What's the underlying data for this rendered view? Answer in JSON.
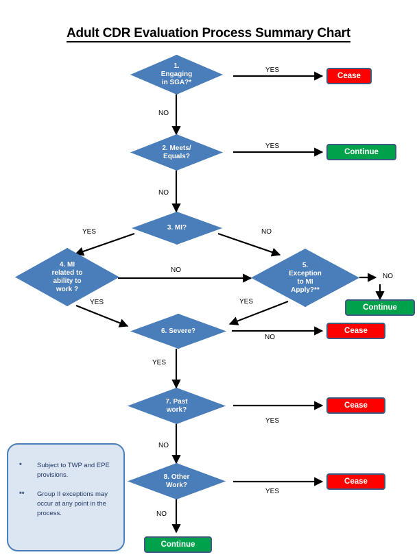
{
  "title": "Adult CDR Evaluation Process Summary Chart",
  "colors": {
    "decision_fill": "#4A7EBB",
    "decision_stroke": "#3A659B",
    "cease_fill": "#FF0000",
    "continue_fill": "#00A14B",
    "terminal_stroke": "#3C5A80",
    "legend_fill": "#DCE6F2",
    "legend_stroke": "#4A7EBB",
    "text_dark": "#1F3864",
    "background": "#FFFFFF"
  },
  "nodes": [
    {
      "id": "n1",
      "type": "decision",
      "label": "1.\nEngaging\nin SGA?*"
    },
    {
      "id": "n2",
      "type": "decision",
      "label": "2. Meets/\nEquals?"
    },
    {
      "id": "n3",
      "type": "decision",
      "label": "3. MI?"
    },
    {
      "id": "n4",
      "type": "decision",
      "label": "4. MI\nrelated to\nability to\nwork ?"
    },
    {
      "id": "n5",
      "type": "decision",
      "label": "5.\nException\nto MI\nApply?**"
    },
    {
      "id": "n6",
      "type": "decision",
      "label": "6. Severe?"
    },
    {
      "id": "n7",
      "type": "decision",
      "label": "7. Past\nwork?"
    },
    {
      "id": "n8",
      "type": "decision",
      "label": "8. Other\nWork?"
    }
  ],
  "terminals": [
    {
      "id": "t1",
      "kind": "cease",
      "label": "Cease"
    },
    {
      "id": "t2",
      "kind": "continue",
      "label": "Continue"
    },
    {
      "id": "t3",
      "kind": "continue",
      "label": "Continue"
    },
    {
      "id": "t4",
      "kind": "cease",
      "label": "Cease"
    },
    {
      "id": "t5",
      "kind": "cease",
      "label": "Cease"
    },
    {
      "id": "t6",
      "kind": "cease",
      "label": "Cease"
    },
    {
      "id": "t7",
      "kind": "continue",
      "label": "Continue"
    }
  ],
  "edges": [
    {
      "id": "e1",
      "from": "n1",
      "to": "t1",
      "label": "YES"
    },
    {
      "id": "e2",
      "from": "n1",
      "to": "n2",
      "label": "NO"
    },
    {
      "id": "e3",
      "from": "n2",
      "to": "t2",
      "label": "YES"
    },
    {
      "id": "e4",
      "from": "n2",
      "to": "n3",
      "label": "NO"
    },
    {
      "id": "e5",
      "from": "n3",
      "to": "n4",
      "label": "YES"
    },
    {
      "id": "e6",
      "from": "n3",
      "to": "n5",
      "label": "NO"
    },
    {
      "id": "e7",
      "from": "n4",
      "to": "n5",
      "label": "NO"
    },
    {
      "id": "e8",
      "from": "n4",
      "to": "n6",
      "label": "YES"
    },
    {
      "id": "e9",
      "from": "n5",
      "to": "t3",
      "label": "NO"
    },
    {
      "id": "e10",
      "from": "n5",
      "to": "n6",
      "label": "YES"
    },
    {
      "id": "e11",
      "from": "n6",
      "to": "t4",
      "label": "NO"
    },
    {
      "id": "e12",
      "from": "n6",
      "to": "n7",
      "label": "YES"
    },
    {
      "id": "e13",
      "from": "n7",
      "to": "t5",
      "label": "YES"
    },
    {
      "id": "e14",
      "from": "n7",
      "to": "n8",
      "label": "NO"
    },
    {
      "id": "e15",
      "from": "n8",
      "to": "t6",
      "label": "YES"
    },
    {
      "id": "e16",
      "from": "n8",
      "to": "t7",
      "label": "NO"
    }
  ],
  "legend": {
    "notes": [
      {
        "mark": "*",
        "text": "Subject to TWP and EPE provisions."
      },
      {
        "mark": "**",
        "text": "Group II exceptions may occur at any point in the process."
      }
    ]
  }
}
